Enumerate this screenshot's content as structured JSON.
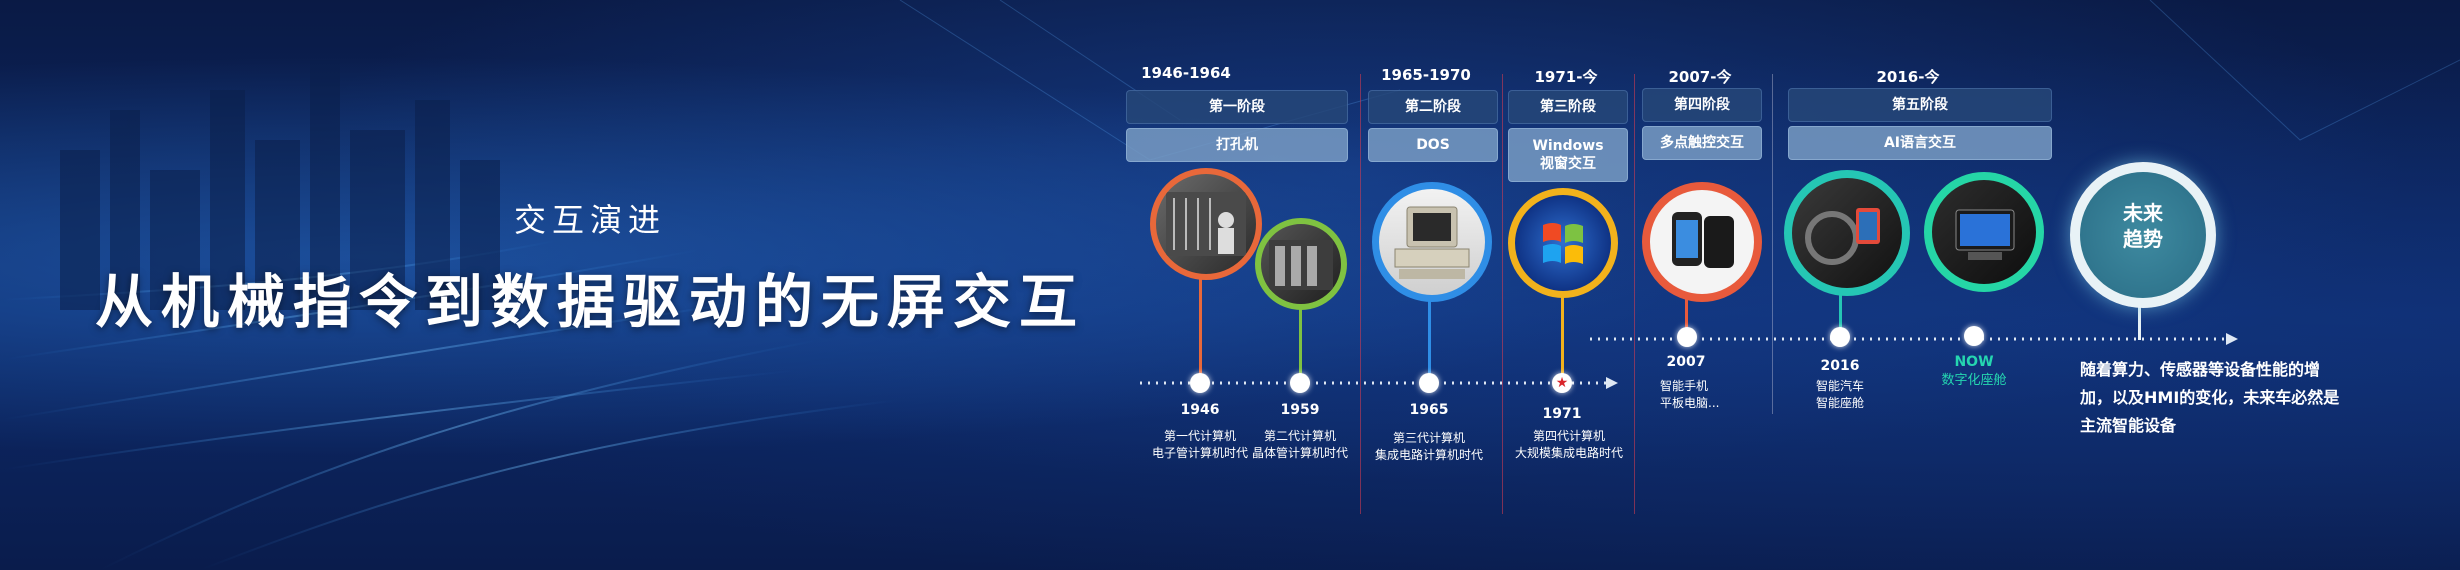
{
  "hero": {
    "subtitle": "交互演进",
    "title": "从机械指令到数据驱动的无屏交互"
  },
  "stages": [
    {
      "period": "1946-1964",
      "stage": "第一阶段",
      "mode": "打孔机"
    },
    {
      "period": "1965-1970",
      "stage": "第二阶段",
      "mode": "DOS"
    },
    {
      "period": "1971-今",
      "stage": "第三阶段",
      "mode": "Windows\n视窗交互"
    },
    {
      "period": "2007-今",
      "stage": "第四阶段",
      "mode": "多点触控交互"
    },
    {
      "period": "2016-今",
      "stage": "第五阶段",
      "mode": "AI语言交互"
    }
  ],
  "milestones": [
    {
      "year": "1946",
      "desc": "第一代计算机\n电子管计算机时代"
    },
    {
      "year": "1959",
      "desc": "第二代计算机\n晶体管计算机时代"
    },
    {
      "year": "1965",
      "desc": "第三代计算机\n集成电路计算机时代"
    },
    {
      "year": "1971",
      "desc": "第四代计算机\n大规模集成电路时代"
    },
    {
      "year": "2007",
      "desc": "智能手机\n平板电脑..."
    },
    {
      "year": "2016",
      "desc": "智能汽车\n智能座舱"
    },
    {
      "year": "NOW",
      "desc": "数字化座舱"
    }
  ],
  "future": {
    "label": "未来\n趋势",
    "text": "随着算力、传感器等设备性能的增加，以及HMI的变化，未来车必然是主流智能设备"
  },
  "colors": {
    "ring_1946": "#e8683a",
    "ring_1959": "#7fc241",
    "ring_1965": "#2f8ee6",
    "ring_1971": "#f2b21c",
    "ring_2007": "#e85a3c",
    "ring_2016": "#25c6b4",
    "ring_now": "#25d6a6",
    "ring_future": "#e8f2f6"
  },
  "icons": {
    "star": "star-icon",
    "windows": "windows-logo-icon"
  }
}
